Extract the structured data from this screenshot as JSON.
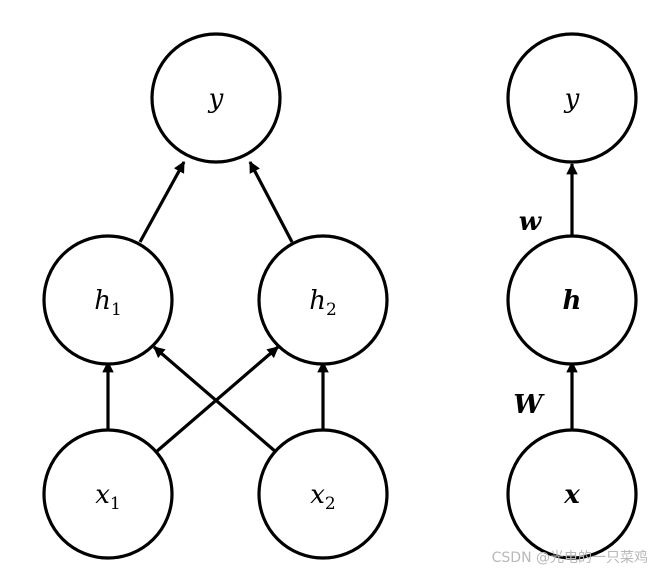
{
  "left_network": {
    "output": "y",
    "hidden": [
      {
        "base": "h",
        "sub": "1"
      },
      {
        "base": "h",
        "sub": "2"
      }
    ],
    "inputs": [
      {
        "base": "x",
        "sub": "1"
      },
      {
        "base": "x",
        "sub": "2"
      }
    ]
  },
  "right_network": {
    "output": "y",
    "hidden": "h",
    "input": "x",
    "weight_upper": "w",
    "weight_lower": "W"
  },
  "watermark": "CSDN @光电的一只菜鸡",
  "colors": {
    "stroke": "#000000",
    "fill": "#ffffff",
    "watermark": "#b8b8b8"
  }
}
